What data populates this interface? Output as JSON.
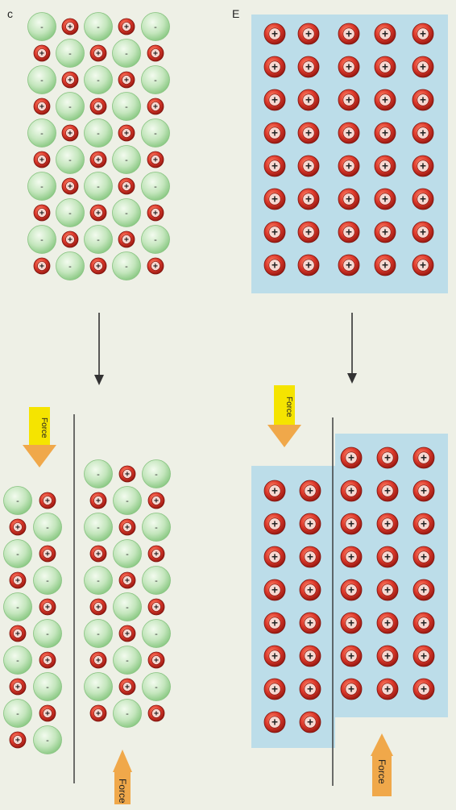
{
  "panels": [
    {
      "id": "ionic-lattice",
      "label": "c"
    },
    {
      "id": "metallic-lattice",
      "label": "E"
    }
  ],
  "ion_symbols": {
    "anion": "-",
    "cation": "+"
  },
  "force_arrows": {
    "push_label": "Force",
    "strike_label": "Force"
  },
  "colors": {
    "background": "#eef0e6",
    "anion_fill": "#bfe3b8",
    "anion_edge": "#7fbf79",
    "cation_fill": "#d9342b",
    "cation_edge": "#8b1410",
    "electron_sea": "#bcdde9",
    "arrow_yellow": "#f5e400",
    "arrow_orange": "#f0a84a",
    "line": "#333333"
  }
}
